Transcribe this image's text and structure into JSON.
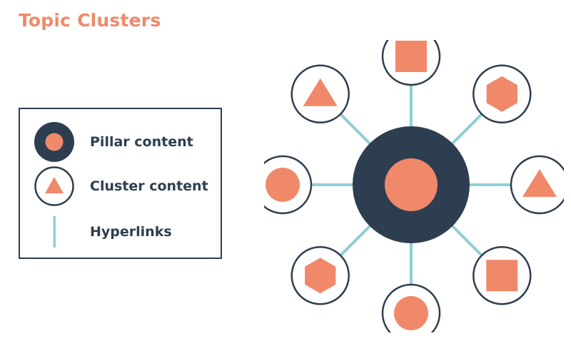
{
  "title": "Topic Clusters",
  "legend": {
    "items": [
      {
        "label": "Pillar content",
        "symbol": "pillar-icon"
      },
      {
        "label": "Cluster content",
        "symbol": "cluster-icon"
      },
      {
        "label": "Hyperlinks",
        "symbol": "hyperlink-icon"
      }
    ]
  },
  "colors": {
    "accent": "#F0896A",
    "dark": "#2D3E50",
    "link": "#8FD0D4",
    "background": "#FFFFFF"
  },
  "diagram": {
    "pillar": {
      "shape": "circle"
    },
    "clusters": [
      {
        "position": "top",
        "shape": "square"
      },
      {
        "position": "top-right",
        "shape": "hexagon"
      },
      {
        "position": "right",
        "shape": "triangle"
      },
      {
        "position": "bottom-right",
        "shape": "square"
      },
      {
        "position": "bottom",
        "shape": "circle"
      },
      {
        "position": "bottom-left",
        "shape": "hexagon"
      },
      {
        "position": "left",
        "shape": "circle"
      },
      {
        "position": "top-left",
        "shape": "triangle"
      }
    ]
  }
}
